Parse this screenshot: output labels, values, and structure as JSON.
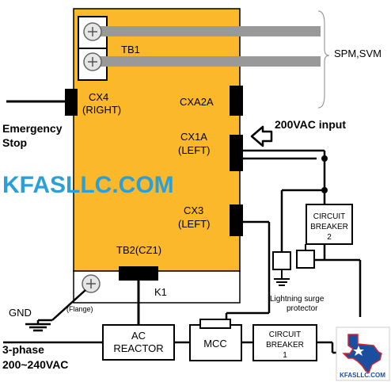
{
  "labels": {
    "tb1": "TB1",
    "spm_svm": "SPM,SVM",
    "cx4_line1": "CX4",
    "cx4_line2": "(RIGHT)",
    "cxa2a": "CXA2A",
    "emergency_line1": "Emergency",
    "emergency_line2": "Stop",
    "input_200vac": "200VAC input",
    "cx1a_line1": "CX1A",
    "cx1a_line2": "(LEFT)",
    "watermark": "KFASLLC.COM",
    "cx3_line1": "CX3",
    "cx3_line2": "(LEFT)",
    "cb2_line1": "CIRCUIT",
    "cb2_line2": "BREAKER",
    "cb2_line3": "2",
    "tb2": "TB2(CZ1)",
    "k1": "K1",
    "flange": "(Flange)",
    "gnd": "GND",
    "surge_line1": "Lightning surge",
    "surge_line2": "protector",
    "ac_reactor_line1": "AC",
    "ac_reactor_line2": "REACTOR",
    "mcc": "MCC",
    "cb1_line1": "CIRCUIT",
    "cb1_line2": "BREAKER",
    "cb1_line3": "1",
    "three_phase_line1": "3-phase",
    "three_phase_line2": "200~240VAC",
    "logo_text": "KFASLLC.COM"
  },
  "colors": {
    "amplifier_fill": "#fbb82b",
    "watermark": "#2a9fd8",
    "cable": "#999999",
    "logo_blue": "#1a4fa0",
    "logo_red": "#d8262e"
  }
}
